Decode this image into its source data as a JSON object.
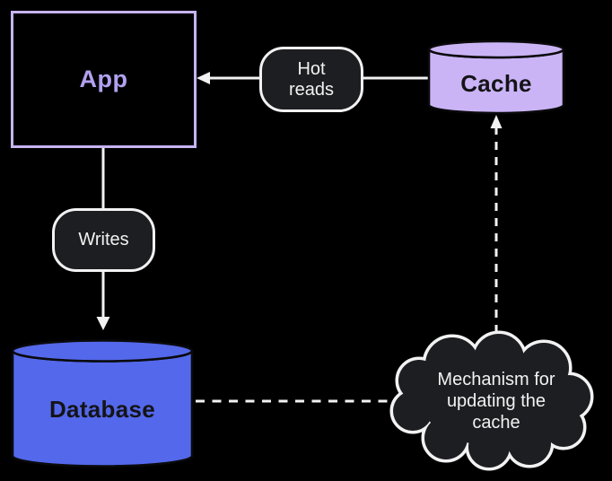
{
  "nodes": {
    "app": {
      "label": "App"
    },
    "cache": {
      "label": "Cache"
    },
    "database": {
      "label": "Database"
    },
    "mechanism": {
      "label": "Mechanism for updating the cache"
    }
  },
  "edges": {
    "hot_reads": {
      "label": "Hot reads"
    },
    "writes": {
      "label": "Writes"
    }
  },
  "colors": {
    "background": "#000000",
    "line": "#f2f2f2",
    "node-dark": "#1d1e22",
    "node-border-light": "#f2f2f2",
    "app-border": "#c7b4f2",
    "app-text": "#b2a1f0",
    "cache-fill": "#cbb4f6",
    "database-fill": "#5468eb",
    "cylinder-stroke": "#0a0a0c",
    "node-label-dark": "#141418",
    "cloud-text": "#f2f2f2"
  }
}
